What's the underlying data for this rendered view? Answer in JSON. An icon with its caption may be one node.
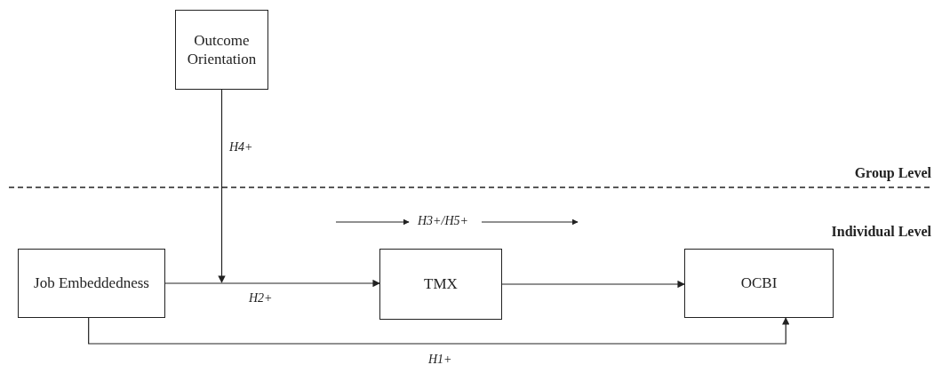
{
  "diagram": {
    "nodes": [
      {
        "text": [
          "Outcome Orientation"
        ]
      },
      {
        "text": [
          "Job Embeddedness"
        ]
      },
      {
        "text": [
          "TMX"
        ]
      },
      {
        "text": [
          "OCBI"
        ]
      }
    ],
    "edges": [
      {
        "from": 1,
        "to": 2,
        "arrow": "to",
        "label": "H2+"
      },
      {
        "from": 2,
        "to": 3,
        "arrow": "to"
      },
      {
        "from": 1,
        "to": 3,
        "arrow": "to",
        "label": "H1+"
      },
      {
        "from": 0,
        "to": null,
        "arrow": "to",
        "label": "H4+"
      }
    ],
    "labels": [
      "Group Level",
      "H3+/H5+",
      "Individual Level"
    ]
  }
}
